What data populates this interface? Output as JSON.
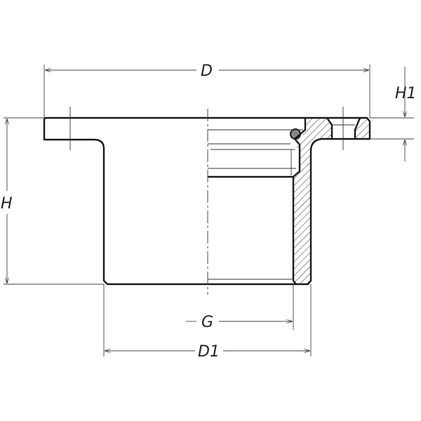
{
  "drawing": {
    "labels": {
      "D": "D",
      "H1": "H1",
      "H": "H",
      "G": "G",
      "D1": "D1"
    },
    "line_color": "#1a1a1a",
    "hatch_color": "#333333"
  }
}
